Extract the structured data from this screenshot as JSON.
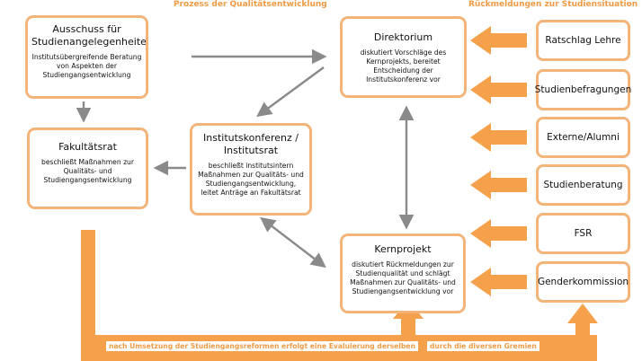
{
  "headers": {
    "process": "Prozess der Qualitätsentwicklung",
    "feedback": "Rückmeldungen zur Studiensituation"
  },
  "boxes": {
    "ausschuss": {
      "title": "Ausschuss für Studienangelegenheiten",
      "body": "Institutsübergreifende Beratung von Aspekten der Studiengangsentwicklung"
    },
    "fakultaetsrat": {
      "title": "Fakultätsrat",
      "body": "beschließt Maßnahmen zur Qualitäts- und Studiengangsentwicklung"
    },
    "institutskonferenz": {
      "title": "Institutskonferenz / Institutsrat",
      "body": "beschließt institutsintern Maßnahmen zur Qualitäts- und Studiengangsentwicklung, leitet Anträge an Fakultätsrat"
    },
    "direktorium": {
      "title": "Direktorium",
      "body": "diskutiert Vorschläge des Kernprojekts, bereitet Entscheidung der Institutskonferenz vor"
    },
    "kernprojekt": {
      "title": "Kernprojekt",
      "body": "diskutiert Rückmeldungen zur Studienqualität und schlägt Maßnahmen zur Qualitäts- und Studiengangsentwicklung vor"
    }
  },
  "sources": [
    "Ratschlag Lehre",
    "Studienbefragungen",
    "Externe/Alumni",
    "Studienberatung",
    "FSR",
    "Genderkommission"
  ],
  "bottom_labels": {
    "left": "nach Umsetzung der Studiengangsreformen erfolgt eine Evaluierung derselben",
    "right": "durch die diversen Gremien"
  },
  "colors": {
    "orange": "#f5a04a",
    "box_border": "#f3b47a",
    "gray_arrow": "#8a8a8a",
    "header_text": "#ef9b45"
  }
}
